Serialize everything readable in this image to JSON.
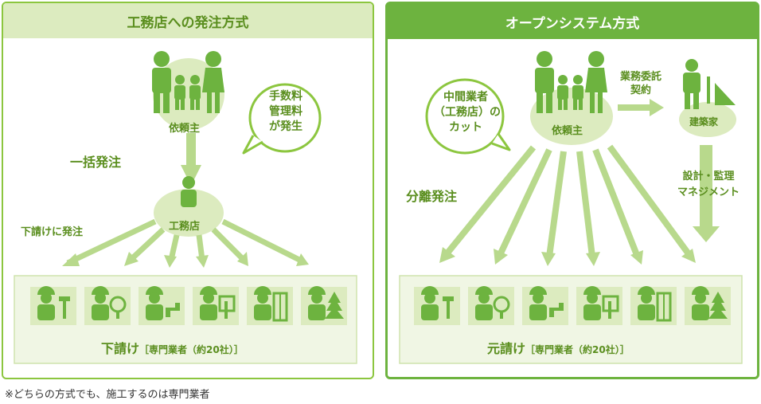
{
  "left": {
    "title": "工務店への発注方式",
    "client": "依頼主",
    "bulk_order": "一括発注",
    "contractor": "工務店",
    "subcontract_order": "下請けに発注",
    "fee_bubble": [
      "手数料",
      "管理料",
      "が発生"
    ],
    "tray_main": "下請け",
    "tray_sub": "［専門業者（約20社）］"
  },
  "right": {
    "title": "オープンシステム方式",
    "client": "依頼主",
    "middleman_bubble": [
      "中間業者",
      "（工務店）の",
      "カット"
    ],
    "contract": [
      "業務委託",
      "契約"
    ],
    "architect": "建築家",
    "separate_order": "分離発注",
    "design_mgmt": [
      "設計・監理",
      "マネジメント"
    ],
    "tray_main": "元請け",
    "tray_sub": "［専門業者（約20社）］"
  },
  "trades": [
    "carpenter-icon",
    "electrician-icon",
    "plumber-icon",
    "interior-icon",
    "sash-icon",
    "landscaper-icon"
  ],
  "footnote": "※どちらの方式でも、施工するのは専門業者",
  "colors": {
    "green_dark": "#6db33f",
    "green_text": "#5a8e1e",
    "green_light": "#dcebbf",
    "green_pale": "#f0f6e4",
    "arrow": "#b8d98c"
  }
}
